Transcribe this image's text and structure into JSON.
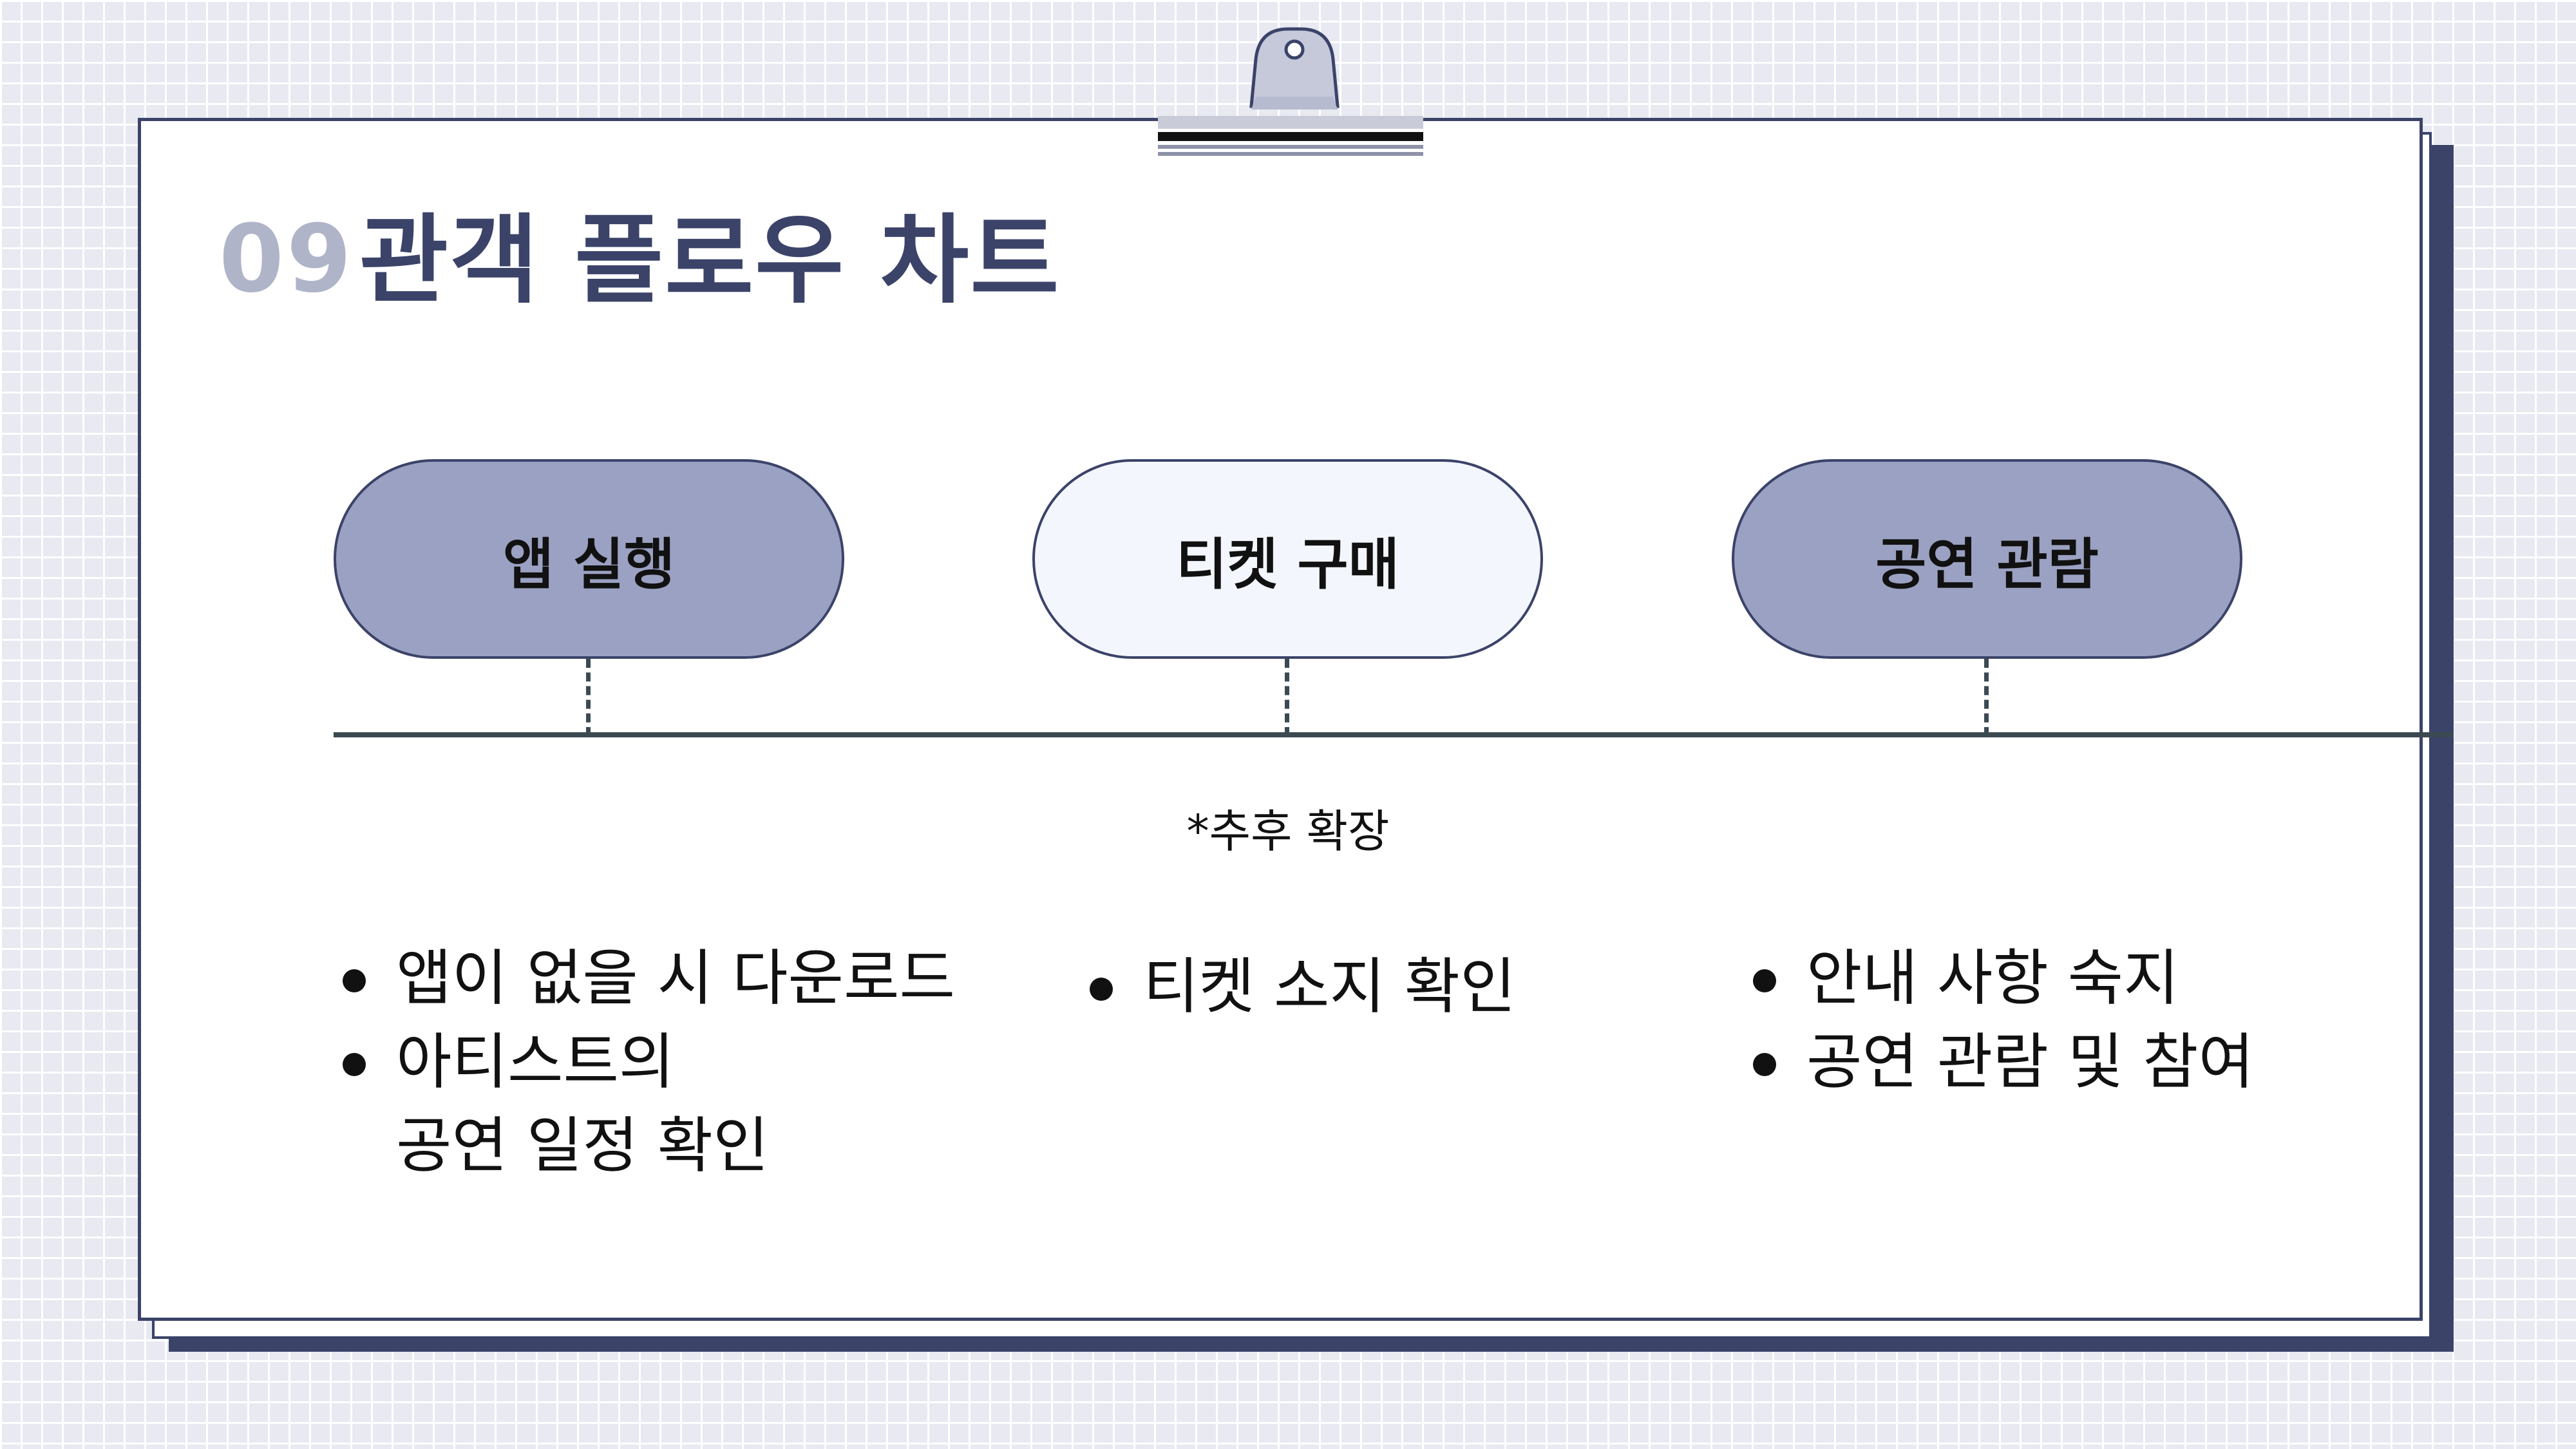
{
  "slide": {
    "number": "09",
    "title": "관객 플로우 차트"
  },
  "flow": {
    "steps": [
      {
        "label": "앱 실행",
        "fill": "#9ba1c2"
      },
      {
        "label": "티켓 구매",
        "fill": "#f3f6fd"
      },
      {
        "label": "공연 관람",
        "fill": "#9ba1c2"
      }
    ],
    "note": "*추후 확장"
  },
  "details": [
    {
      "items": [
        {
          "lines": [
            "앱이 없을 시 다운로드"
          ]
        },
        {
          "lines": [
            "아티스트의",
            "공연 일정 확인"
          ]
        }
      ]
    },
    {
      "items": [
        {
          "lines": [
            "티켓 소지 확인"
          ]
        }
      ]
    },
    {
      "items": [
        {
          "lines": [
            "안내 사항 숙지"
          ]
        },
        {
          "lines": [
            "공연 관람 및 참여"
          ]
        }
      ]
    }
  ],
  "colors": {
    "navy": "#3b4369",
    "lavender": "#9ba1c2",
    "pale": "#f3f6fd",
    "number_gray": "#b0b4c9",
    "page_background": "#e8e9f1"
  }
}
